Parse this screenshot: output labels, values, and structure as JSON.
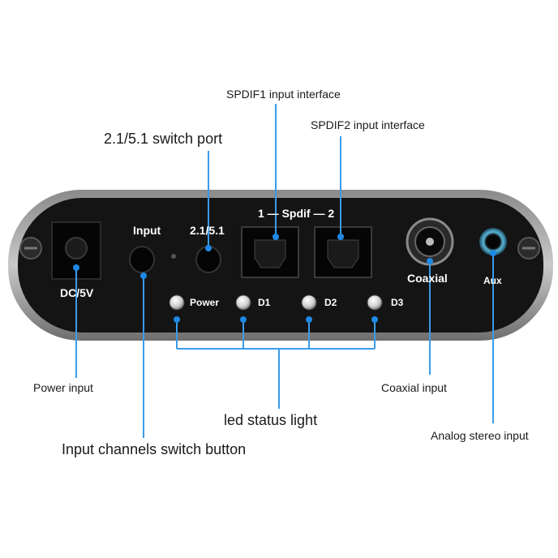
{
  "callouts": {
    "spdif1_interface": "SPDIF1 input interface",
    "spdif2_interface": "SPDIF2 input interface",
    "switch_port": "2.1/5.1 switch port",
    "power_input": "Power input",
    "led_status": "led status light",
    "input_switch_button": "Input channels switch button",
    "coaxial_input": "Coaxial input",
    "analog_stereo_input": "Analog stereo input"
  },
  "panel": {
    "input": "Input",
    "switch_51": "2.1/5.1",
    "spdif_header": "1 — Spdif — 2",
    "dc": "DC/5V",
    "power": "Power",
    "d1": "D1",
    "d2": "D2",
    "d3": "D3",
    "coaxial": "Coaxial",
    "aux": "Aux"
  },
  "colors": {
    "panel_dark": "#101010",
    "callout_line": "#3a9be8"
  },
  "icons": [
    "dc-jack-icon",
    "button-icon",
    "optical-port-icon",
    "rca-jack-icon",
    "aux-jack-icon",
    "led-icon",
    "screw-icon"
  ]
}
